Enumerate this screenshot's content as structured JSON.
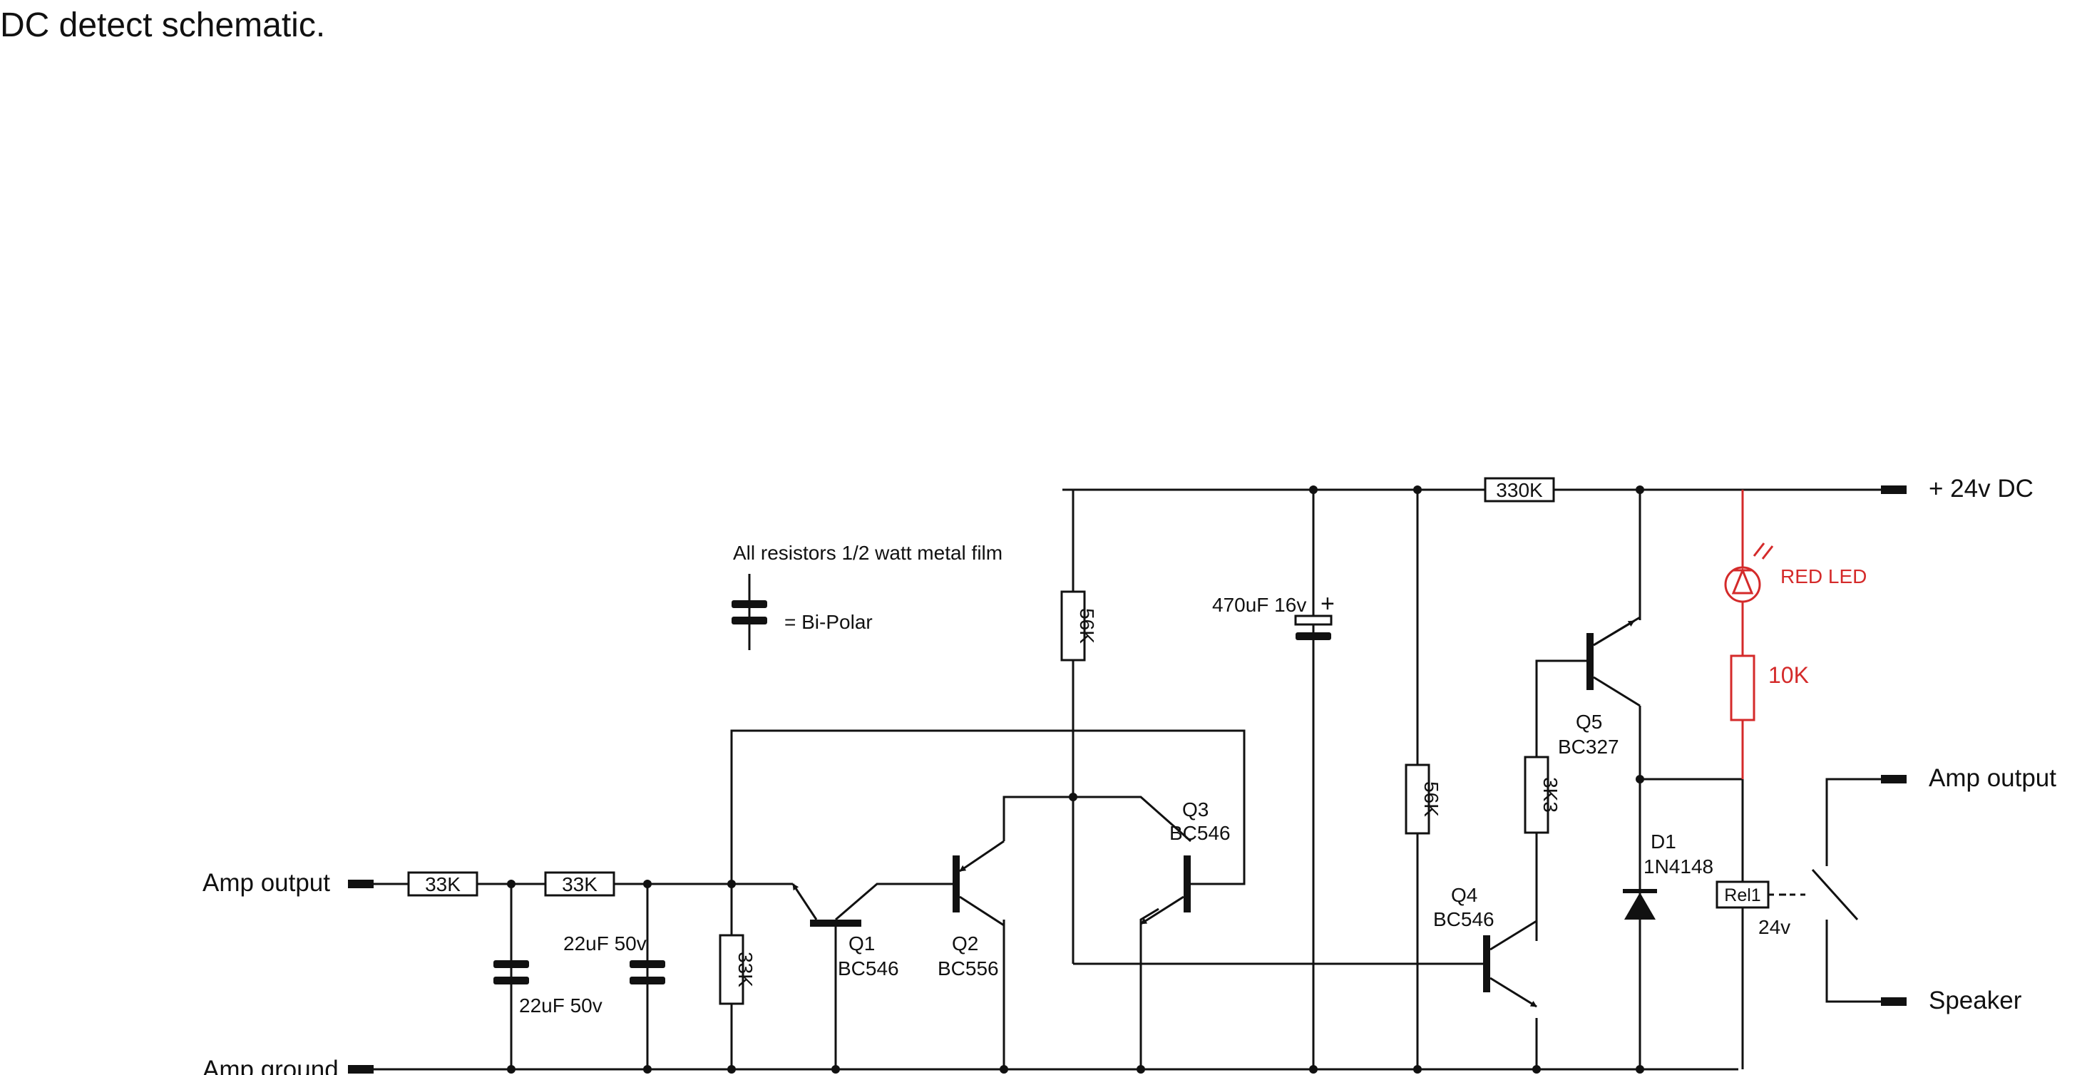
{
  "title": "DC detect schematic.",
  "notes": {
    "resistors": "All resistors 1/2 watt metal film",
    "bipolar": "= Bi-Polar"
  },
  "terminals": {
    "amp_output_in": "Amp output",
    "amp_ground": "Amp ground",
    "supply": "+ 24v DC",
    "amp_output_out": "Amp output",
    "speaker": "Speaker"
  },
  "resistors": {
    "r_in1": "33K",
    "r_in2": "33K",
    "r_shunt": "33K",
    "r_56k_a": "56K",
    "r_56k_b": "56K",
    "r_3k3": "3K3",
    "r_330k": "330K",
    "r_led": "10K"
  },
  "capacitors": {
    "c1": "22uF 50v",
    "c2": "22uF 50v",
    "c_elec": "470uF 16v"
  },
  "transistors": {
    "q1": {
      "ref": "Q1",
      "type": "BC546"
    },
    "q2": {
      "ref": "Q2",
      "type": "BC556"
    },
    "q3": {
      "ref": "Q3",
      "type": "BC546"
    },
    "q4": {
      "ref": "Q4",
      "type": "BC546"
    },
    "q5": {
      "ref": "Q5",
      "type": "BC327"
    }
  },
  "diode": {
    "ref": "D1",
    "type": "1N4148"
  },
  "led": {
    "label": "RED LED"
  },
  "relay": {
    "ref": "Rel1",
    "voltage": "24v"
  },
  "colors": {
    "wire": "#111111",
    "led_branch": "#d42a2a"
  }
}
